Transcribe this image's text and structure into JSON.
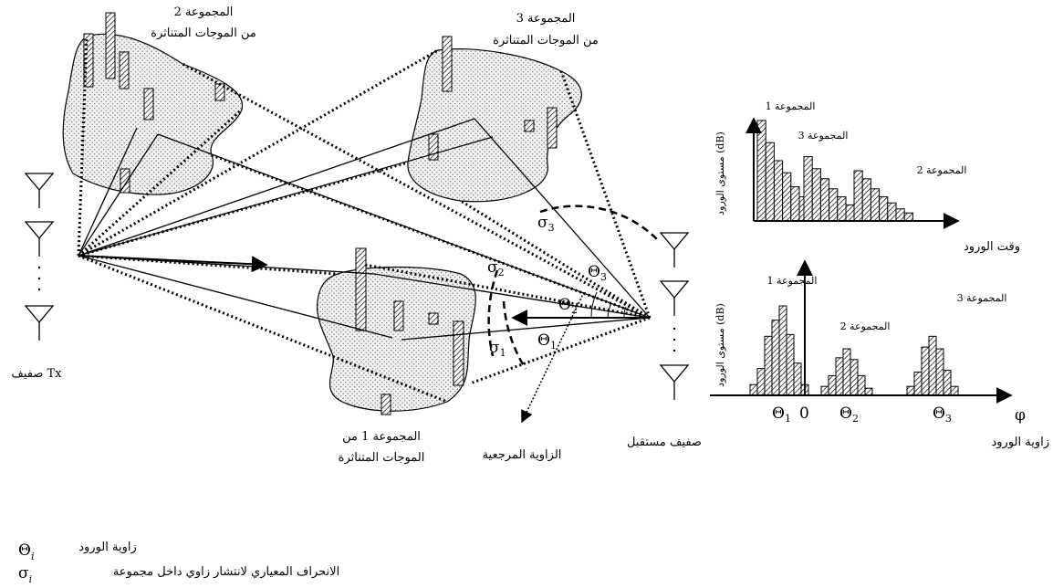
{
  "tx_label": "صفيف Tx",
  "rx_label": "صفيف مستقبل",
  "cluster1": {
    "line1": "المجموعة 1 من",
    "line2": "الموجات المتناثرة"
  },
  "cluster2": {
    "line1": "المجموعة 2",
    "line2": "من الموجات المتناثرة"
  },
  "cluster3": {
    "line1": "المجموعة 3",
    "line2": "من الموجات المتناثرة"
  },
  "reference_angle": "الزاوية المرجعية",
  "angle_symbols": {
    "theta": "Θ",
    "sigma": "σ",
    "phi": "φ",
    "zero": "0"
  },
  "angle_indices": [
    "1",
    "2",
    "3"
  ],
  "chart_top": {
    "ylabel": "مستوى الورود (dB)",
    "xlabel": "وقت الورود",
    "cluster_labels": [
      "المجموعة 1",
      "المجموعة 3",
      "المجموعة 2"
    ]
  },
  "chart_bottom": {
    "ylabel": "مستوى الورود (dB)",
    "xlabel": "زاوية الورود",
    "cluster_labels": [
      "المجموعة 1",
      "المجموعة 2",
      "المجموعة 3"
    ]
  },
  "legend": [
    {
      "symbol": "Θ",
      "sub": "i",
      "text": "زاوية الورود"
    },
    {
      "symbol": "σ",
      "sub": "i",
      "text": "الانحراف المعياري لانتشار زاوي داخل مجموعة"
    }
  ],
  "chart_data": [
    {
      "type": "bar",
      "xlabel": "وقت الورود",
      "ylabel": "مستوى الورود (dB)",
      "groups": [
        {
          "name": "المجموعة 1",
          "values": [
            10,
            7.8,
            6,
            4.8,
            3.4,
            2.4
          ]
        },
        {
          "name": "المجموعة 3",
          "values": [
            6.4,
            5.2,
            4.2,
            3.2,
            2.4,
            1.6
          ]
        },
        {
          "name": "المجموعة 2",
          "values": [
            5,
            4.2,
            3.2,
            2.4,
            1.8,
            1.2,
            0.8
          ]
        }
      ]
    },
    {
      "type": "bar",
      "xlabel": "زاوية الورود",
      "ylabel": "مستوى الورود (dB)",
      "x_ticks": [
        "Θ1",
        "0",
        "Θ2",
        "Θ3",
        "φ"
      ],
      "groups": [
        {
          "name": "المجموعة 1",
          "values": [
            1.2,
            3,
            6.6,
            8.4,
            10,
            6.8,
            3.6,
            1.2
          ]
        },
        {
          "name": "المجموعة 2",
          "values": [
            1,
            2.2,
            4.2,
            5.2,
            4,
            2.2,
            0.8
          ]
        },
        {
          "name": "المجموعة 3",
          "values": [
            1,
            2.6,
            5.4,
            6.6,
            5.2,
            2.8,
            1
          ]
        }
      ]
    }
  ],
  "colors": {
    "ink": "#000000",
    "cluster_fill": "#e8e8e8"
  }
}
